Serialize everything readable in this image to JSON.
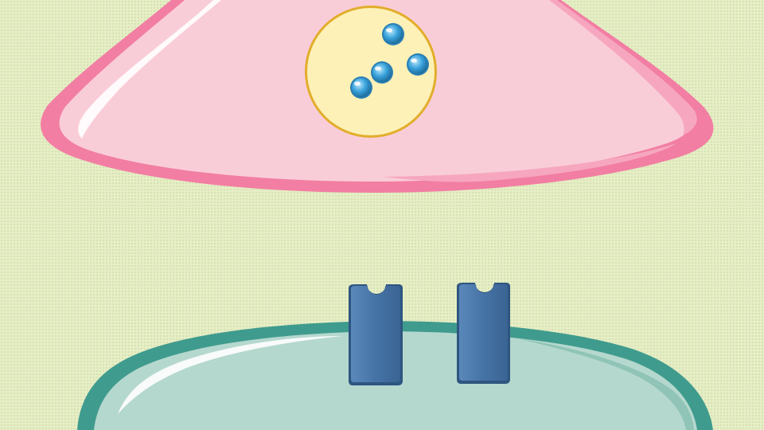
{
  "diagram": {
    "structures": [
      "presynaptic-terminal",
      "synaptic-vesicle",
      "neurotransmitter",
      "synaptic-cleft",
      "postsynaptic-membrane",
      "receptor"
    ],
    "colors": {
      "background": "#e6eec6",
      "presynaptic_fill": "#f9cdd8",
      "presynaptic_edge": "#f27ea3",
      "vesicle_fill": "#fdf1b8",
      "vesicle_edge": "#e2ad2b",
      "neurotransmitter": "#3aa3dc",
      "postsynaptic_fill": "#b5d8ce",
      "postsynaptic_edge": "#3f9b8e",
      "receptor": "#4673a6"
    },
    "neurotransmitter_count": 4,
    "receptor_count": 2
  }
}
